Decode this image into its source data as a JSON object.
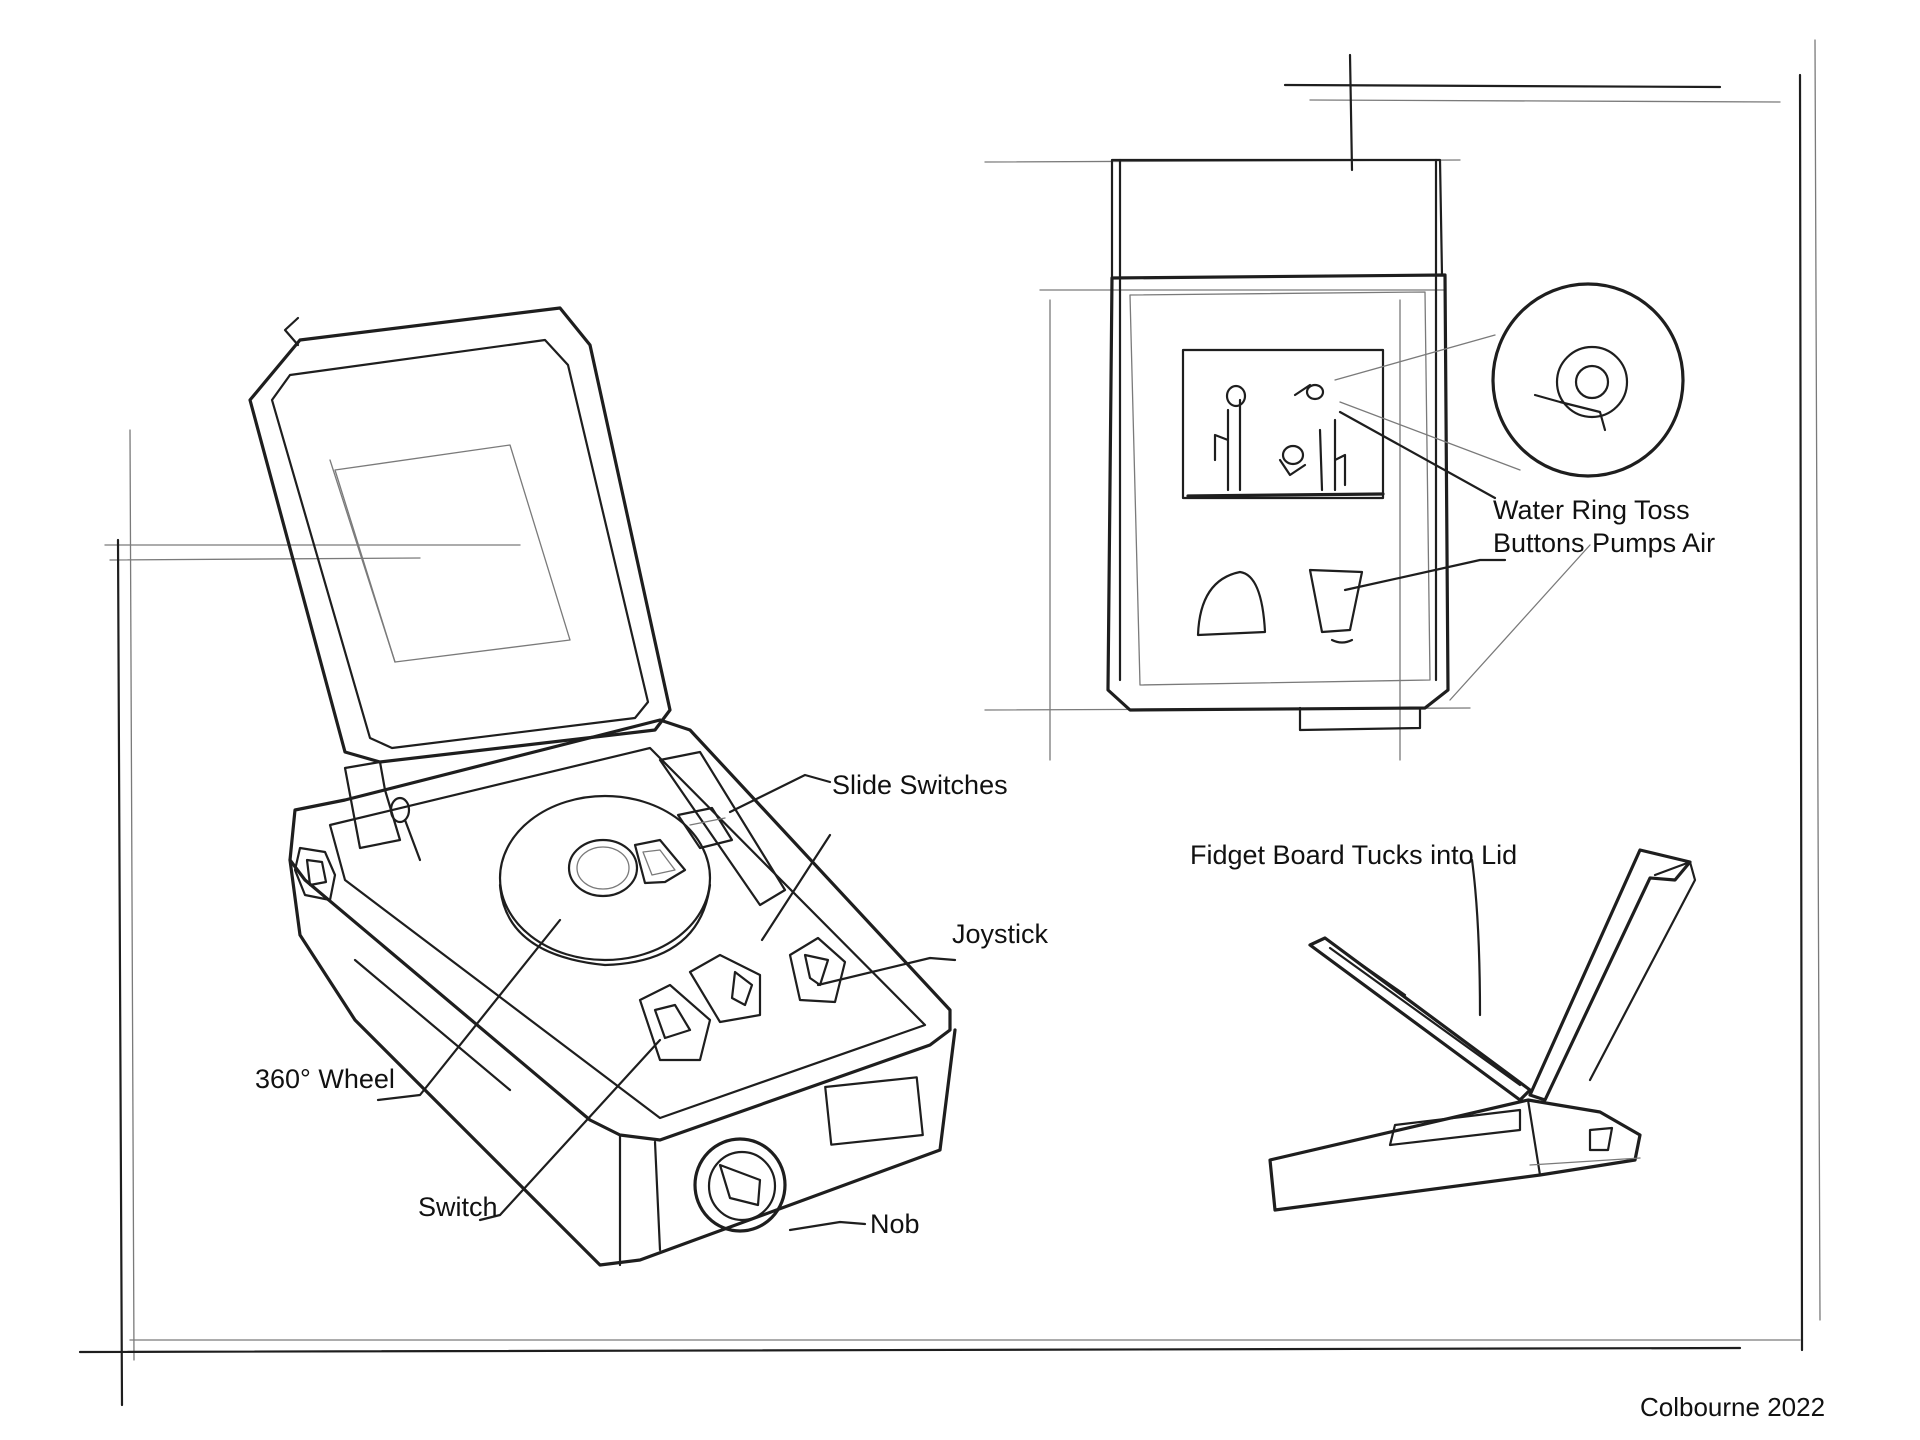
{
  "labels": {
    "slide_switches": "Slide Switches",
    "joystick": "Joystick",
    "wheel": "360° Wheel",
    "switch": "Switch",
    "nob": "Nob",
    "water_ring_toss_line1": "Water Ring Toss",
    "water_ring_toss_line2": "Buttons Pumps Air",
    "fidget_board": "Fidget Board Tucks into Lid"
  },
  "signature": "Colbourne 2022",
  "colors": {
    "ink": "#1e1e1e",
    "construction": "#7a7a7a",
    "paper": "#ffffff"
  }
}
